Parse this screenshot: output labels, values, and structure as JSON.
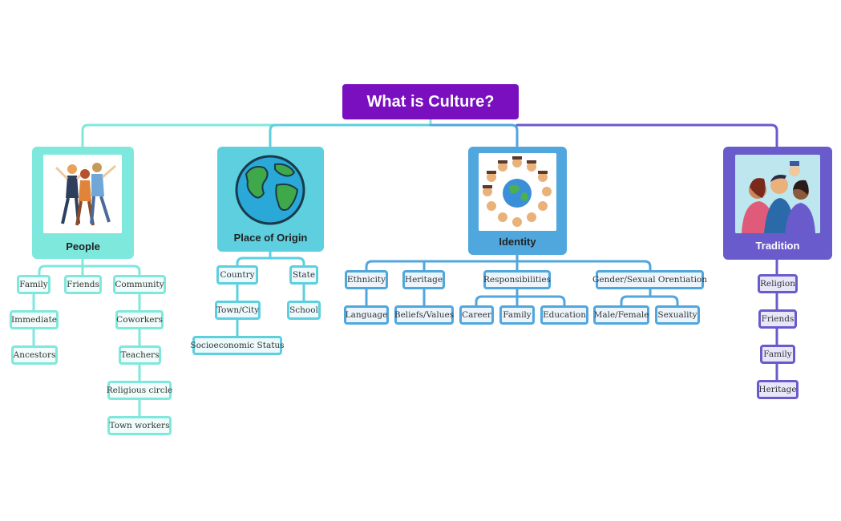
{
  "root": {
    "label": "What is Culture?"
  },
  "colors": {
    "root": "#7a0fbf",
    "people": "#7fe8dc",
    "place": "#5dcfdf",
    "identity": "#50a7de",
    "tradition": "#6a5bcd"
  },
  "people": {
    "label": "People",
    "image_icon": "people-celebrating-illustration-icon",
    "family": "Family",
    "friends": "Friends",
    "community": "Community",
    "immediate": "Immediate",
    "ancestors": "Ancestors",
    "coworkers": "Coworkers",
    "teachers": "Teachers",
    "religious_circle": "Religious circle",
    "town_workers": "Town workers"
  },
  "place": {
    "label": "Place of Origin",
    "image_icon": "globe-icon",
    "country": "Country",
    "state": "State",
    "town_city": "Town/City",
    "school": "School",
    "socioeconomic": "Socioeconomic Status"
  },
  "identity": {
    "label": "Identity",
    "image_icon": "globe-diverse-faces-icon",
    "ethnicity": "Ethnicity",
    "heritage": "Heritage",
    "responsibilities": "Responsibilities",
    "gender": "Gender/Sexual Orentiation",
    "language": "Language",
    "beliefs": "Beliefs/Values",
    "career": "Career",
    "family": "Family",
    "education": "Education",
    "male_female": "Male/Female",
    "sexuality": "Sexuality"
  },
  "tradition": {
    "label": "Tradition",
    "image_icon": "diverse-people-group-icon",
    "religion": "Religion",
    "friends": "Friends",
    "family": "Family",
    "heritage": "Heritage"
  }
}
